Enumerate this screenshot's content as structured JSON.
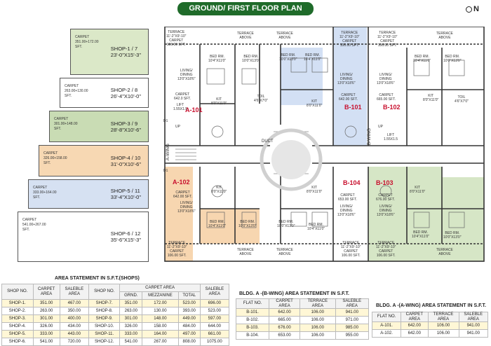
{
  "title": "GROUND/ FIRST FLOOR PLAN",
  "north_label": "N",
  "shops": [
    {
      "carpet": "CARPET\n351.00+172.00\nSFT.",
      "name": "SHOP-1 / 7\n23'-0\"X15'-3\"",
      "color": "#dbe8c8"
    },
    {
      "carpet": "CARPET\n263.00+130.00\nSFT.",
      "name": "SHOP-2 / 8\n26'-4\"X10'-0\"",
      "color": "#ffffff"
    },
    {
      "carpet": "CARPET\n301.00+148.00\nSFT.",
      "name": "SHOP-3 / 9\n28'-8\"X10'-6\"",
      "color": "#c9dcb4"
    },
    {
      "carpet": "CARPET\n326.00+158.00\nSFT.",
      "name": "SHOP-4 / 10\n31'-0\"X10'-6\"",
      "color": "#f7d8b3"
    },
    {
      "carpet": "CARPET\n333.00+164.00\nSFT.",
      "name": "SHOP-5 / 11\n33'-4\"X10'-0\"",
      "color": "#d6e1f2"
    },
    {
      "carpet": "CARPET\n541.00+267.00\nSFT.",
      "name": "SHOP-6 / 12\n35'-6\"X15'-3\"",
      "color": "#ffffff"
    }
  ],
  "plan": {
    "flats": {
      "a101": "A-101",
      "a102": "A-102",
      "b101": "B-101",
      "b102": "B-102",
      "b103": "B-103",
      "b104": "B-104"
    },
    "a_wing": "A-WING",
    "b_wing": "B-WING",
    "duct": "DUCT",
    "terrace_above": "TERRACE\nABOVE",
    "terrace_a101": "TERRACE\n11'-2\"X9'-10\"\nCARPET\n106.00 SFT.",
    "terrace_a102": "TERRACE\n11'-2\"X9'-10\"\nCARPET\n106.00 SFT.",
    "terrace_b101": "TERRACE\n11'-2\"X9'-10\"\nCARPET\n106.00 SFT.",
    "terrace_b102": "TERRACE\n11'-2\"X9'-10\"\nCARPET\n106.00 SFT.",
    "terrace_b103": "TERRACE\n11'-2\"X9'-10\"\nCARPET\n106.00 SFT.",
    "terrace_b104": "TERRACE\n11'-2\"X9'-10\"\nCARPET\n106.00 SFT.",
    "living": "LIVING/\nDINING\n13'0\"X18'6\"",
    "bed": "BED RM.\n10'4\"X11'0\"",
    "bed2": "BED RM.\n10'0\"X13'0\"",
    "kit": "KIT\n8'0\"X11'0\"",
    "toil": "TOIL\n4'6\"X7'0\"",
    "carpet_a101": "CARPET\n642.0 SFT.",
    "carpet_b101": "CARPET\n642.00 SFT.",
    "carpet_b102": "CARPET\n665.00 SFT.",
    "carpet_b103": "CARPET\n676.00 SFT.",
    "carpet_b104": "CARPET\n653.00 SFT.",
    "carpet_a102": "CARPET\n642.00 SFT.",
    "lift": "LIFT\n1.55X1.5",
    "up": "UP",
    "d1": "D1"
  },
  "shops_table": {
    "title": "AREA STATEMENT IN S.F.T.(SHOPS)",
    "headers_left": [
      "SHOP NO.",
      "CARPET\nAREA",
      "SALEBLE\nAREA"
    ],
    "headers_right": [
      "SHOP NO.",
      "CARPET AREA",
      "SALEBLE\nAREA"
    ],
    "sub_headers": [
      "GRND.",
      "MEZZANINE",
      "TOTAL"
    ],
    "rows": [
      [
        "SHOP-1.",
        "351.00",
        "467.00",
        "SHOP-7.",
        "351.00",
        "172.00",
        "523.00",
        "696.00"
      ],
      [
        "SHOP-2.",
        "263.00",
        "350.00",
        "SHOP-8.",
        "263.00",
        "130.00",
        "393.00",
        "523.00"
      ],
      [
        "SHOP-3.",
        "301.00",
        "400.00",
        "SHOP-9.",
        "301.00",
        "148.00",
        "449.00",
        "597.00"
      ],
      [
        "SHOP-4.",
        "326.00",
        "434.00",
        "SHOP-10.",
        "326.00",
        "158.00",
        "484.00",
        "644.00"
      ],
      [
        "SHOP-5.",
        "333.00",
        "443.00",
        "SHOP-11.",
        "333.00",
        "164.00",
        "497.00",
        "661.00"
      ],
      [
        "SHOP-6.",
        "541.00",
        "720.00",
        "SHOP-12.",
        "541.00",
        "267.00",
        "808.00",
        "1075.00"
      ]
    ]
  },
  "b_table": {
    "title": "BLDG. A -(B-WING) AREA STATEMENT IN S.F.T.",
    "headers": [
      "FLAT NO.",
      "CARPET\nAREA",
      "TERRACE\nAREA",
      "SALEBLE\nAREA"
    ],
    "rows": [
      [
        "B-101.",
        "642.00",
        "106.00",
        "941.00"
      ],
      [
        "B-102.",
        "665.00",
        "106.00",
        "971.00"
      ],
      [
        "B-103.",
        "676.00",
        "106.00",
        "985.00"
      ],
      [
        "B-104.",
        "653.00",
        "106.00",
        "955.00"
      ]
    ]
  },
  "a_table": {
    "title": "BLDG. A -(A-WING) AREA STATEMENT IN S.F.T.",
    "headers": [
      "FLAT NO.",
      "CARPET\nAREA",
      "TERRACE\nAREA",
      "SALEBLE\nAREA"
    ],
    "rows": [
      [
        "A-101.",
        "642.00",
        "106.00",
        "941.00"
      ],
      [
        "A-102.",
        "642.00",
        "106.00",
        "941.00"
      ]
    ]
  },
  "colors": {
    "green": "#1f6b2a",
    "red": "#c8102e",
    "blue_flat": "#d3e0f4",
    "green_flat": "#d6e6c6",
    "orange_flat": "#f7d6b0"
  }
}
